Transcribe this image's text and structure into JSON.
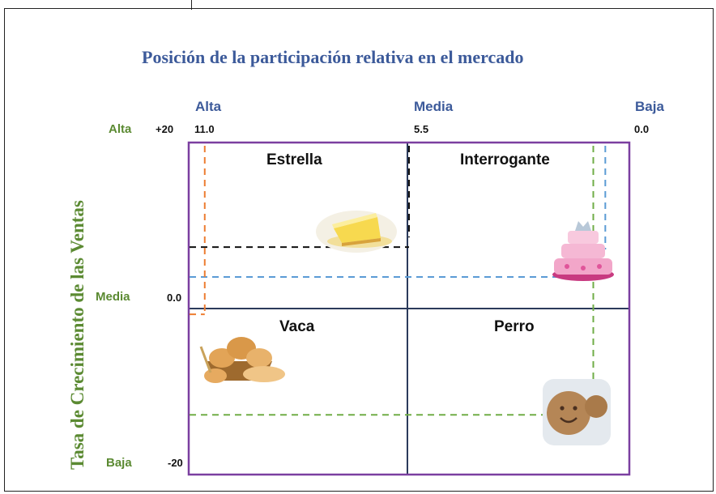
{
  "chart_data": {
    "type": "quadrant",
    "title": "Posición de la participación relativa en el mercado",
    "ylabel": "Tasa de Crecimiento de las Ventas",
    "x_categories": [
      "Alta",
      "Media",
      "Baja"
    ],
    "y_categories": [
      "Alta",
      "Media",
      "Baja"
    ],
    "x_ticks": [
      "11.0",
      "5.5",
      "0.0"
    ],
    "y_ticks": [
      "+20",
      "0.0",
      "-20"
    ],
    "xlim": [
      11.0,
      0.0
    ],
    "ylim": [
      -20,
      20
    ],
    "quadrants": [
      "Estrella",
      "Interrogante",
      "Vaca",
      "Perro"
    ],
    "points": [
      {
        "x": 5.5,
        "y": 7.4,
        "color": "#111111",
        "image": "cheesecake"
      },
      {
        "x": 0.6,
        "y": 3.8,
        "color": "#5B9BD5",
        "image": "tiered-cake"
      },
      {
        "x": 10.6,
        "y": -0.7,
        "color": "#ED7D31",
        "image": "bread-basket"
      },
      {
        "x": 0.9,
        "y": -12.8,
        "color": "#70AD47",
        "image": "cookie"
      }
    ]
  }
}
